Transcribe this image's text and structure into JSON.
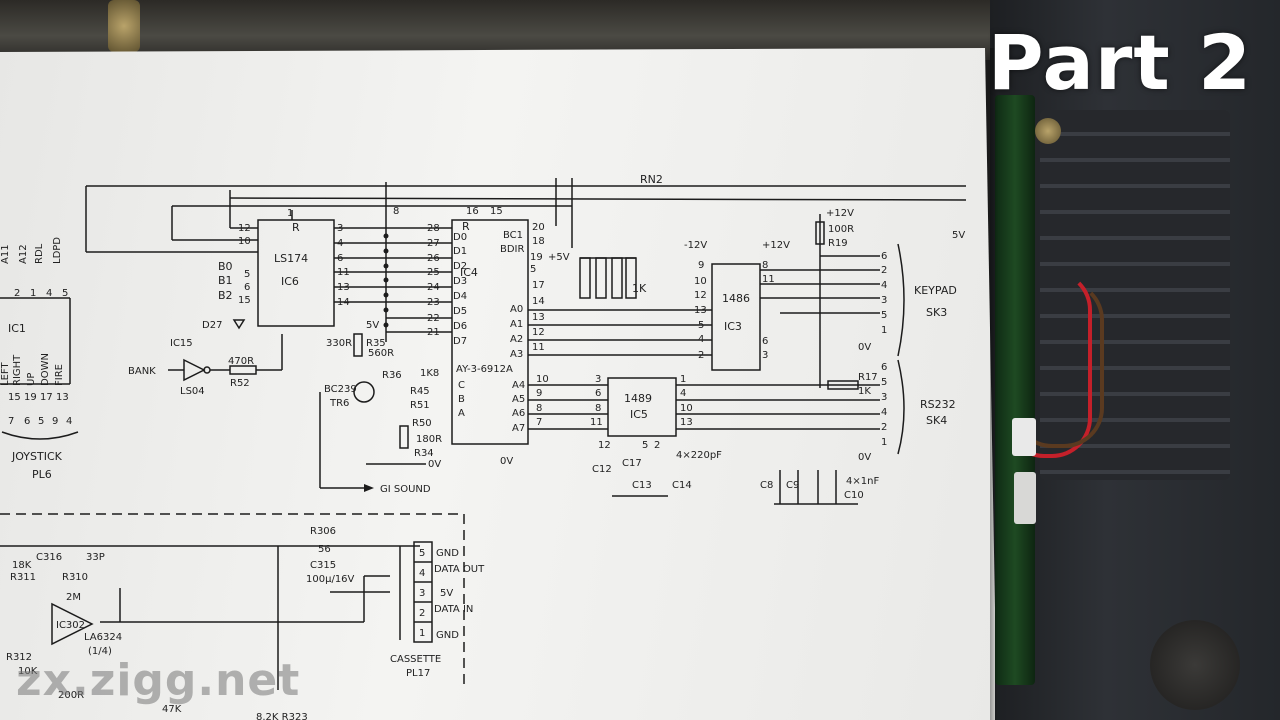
{
  "overlay": {
    "title": "Part 2"
  },
  "watermark": {
    "text": "zx.zigg.net"
  },
  "schematic": {
    "bus_label": "RN2",
    "ic6": {
      "name": "LS174",
      "ref": "IC6",
      "pin_r": "R"
    },
    "ic4": {
      "name": "IC4",
      "part": "AY-3-6912A",
      "pins_left": [
        "D0",
        "D1",
        "D2",
        "D3",
        "D4",
        "D5",
        "D6",
        "D7",
        "C",
        "B",
        "A"
      ],
      "pins_right": [
        "BC1",
        "BDIR",
        "A0",
        "A1",
        "A2",
        "A3",
        "A4",
        "A5",
        "A6",
        "A7"
      ],
      "pin_r": "R"
    },
    "ic3": {
      "name": "1486",
      "ref": "IC3"
    },
    "ic5": {
      "name": "1489",
      "ref": "IC5"
    },
    "ic15": {
      "ref": "IC15",
      "name": "LS04",
      "net": "BANK"
    },
    "resistors": {
      "r52": "R52",
      "r52_val": "470R",
      "r35": "R35",
      "r35_val": "330R",
      "r36": "R36",
      "r36_val": "560R",
      "r45_val": "1K8",
      "r45": "R45",
      "r51": "R51",
      "r50": "R50",
      "r34": "R34",
      "r34_val": "180R",
      "r19": "R19",
      "r19_val": "100R",
      "r17": "R17",
      "r17_val": "1K",
      "rn_val": "1K",
      "r306": "R306",
      "r306_val": "56",
      "r310": "R310",
      "r310_val": "2M",
      "r311": "R311",
      "r311_val": "18K",
      "r312": "R312",
      "r312_val": "10K",
      "r323": "8.2K R323",
      "r_47k": "47K",
      "r_200r": "200R"
    },
    "transistor": {
      "ref": "TR6",
      "name": "BC239"
    },
    "diode": "D27",
    "nets": {
      "gi_sound": "GI SOUND",
      "ov": "0V",
      "v5": "5V",
      "plus5v": "+5V",
      "m12v": "-12V",
      "p12v": "+12V",
      "p12v_r19": "+12V"
    },
    "inputs": {
      "b0": "B0",
      "b1": "B1",
      "b2": "B2"
    },
    "caps": {
      "c12": "C12",
      "c13": "C13",
      "c14": "C14",
      "c17": "C17",
      "bank1": "4×220pF",
      "c8": "C8",
      "c9": "C9",
      "c10": "C10",
      "bank2": "4×1nF",
      "c315": "C315",
      "c315_val": "100μ/16V",
      "c316": "C316",
      "c316_val": "33P"
    },
    "keypad": {
      "title": "KEYPAD",
      "ref": "SK3",
      "pins": [
        "6",
        "2",
        "4",
        "3",
        "5",
        "1"
      ],
      "gnd": "0V",
      "label_5v": "5V"
    },
    "rs232": {
      "title": "RS232",
      "ref": "SK4",
      "pins": [
        "6",
        "5",
        "3",
        "4",
        "2",
        "1"
      ],
      "gnd": "0V"
    },
    "joystick": {
      "title": "JOYSTICK",
      "ref": "PL6",
      "ic": "IC1",
      "signals": [
        "A11",
        "A12",
        "RDL",
        "LDPD"
      ],
      "signals_bottom": [
        "LEFT",
        "RIGHT",
        "UP",
        "DOWN",
        "FIRE"
      ],
      "pins_top": [
        "2",
        "1",
        "4",
        "5"
      ],
      "pins_bottom": [
        "7",
        "6",
        "5",
        "9",
        "4"
      ],
      "pins_mid": [
        "15",
        "19",
        "17",
        "13"
      ]
    },
    "cassette": {
      "title": "CASSETTE",
      "ref": "PL17",
      "pins": [
        "5",
        "4",
        "3",
        "2",
        "1"
      ],
      "labels": [
        "GND",
        "DATA OUT",
        "5V",
        "DATA IN",
        "GND"
      ]
    },
    "opamp": {
      "ref": "IC302",
      "name": "LA6324",
      "frac": "(1/4)"
    }
  }
}
